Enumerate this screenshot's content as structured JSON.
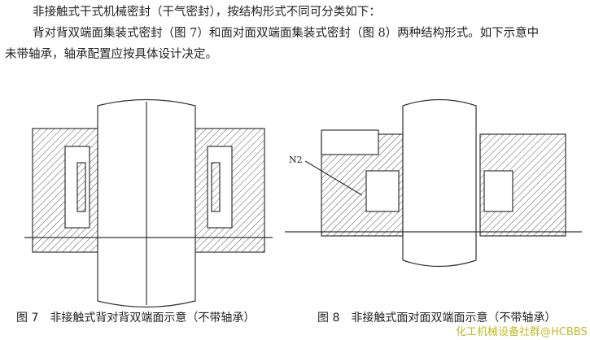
{
  "paragraphs": [
    "非接触式干式机械密封（干气密封），按结构形式不同可分类如下：",
    "背对背双端面集装式密封（图 7）和面对面双端面集装式密封（图 8）两种结构形式。如下示意中",
    "未带轴承，轴承配置应按具体设计决定。"
  ],
  "figure7": {
    "caption": "图 7　非接触式背对背双端面示意（不带轴承）"
  },
  "figure8": {
    "caption": "图 8　非接触式面对面双端面示意（不带轴承）",
    "label": "N2"
  },
  "watermark": "化工机械设备社群@HCBBS"
}
